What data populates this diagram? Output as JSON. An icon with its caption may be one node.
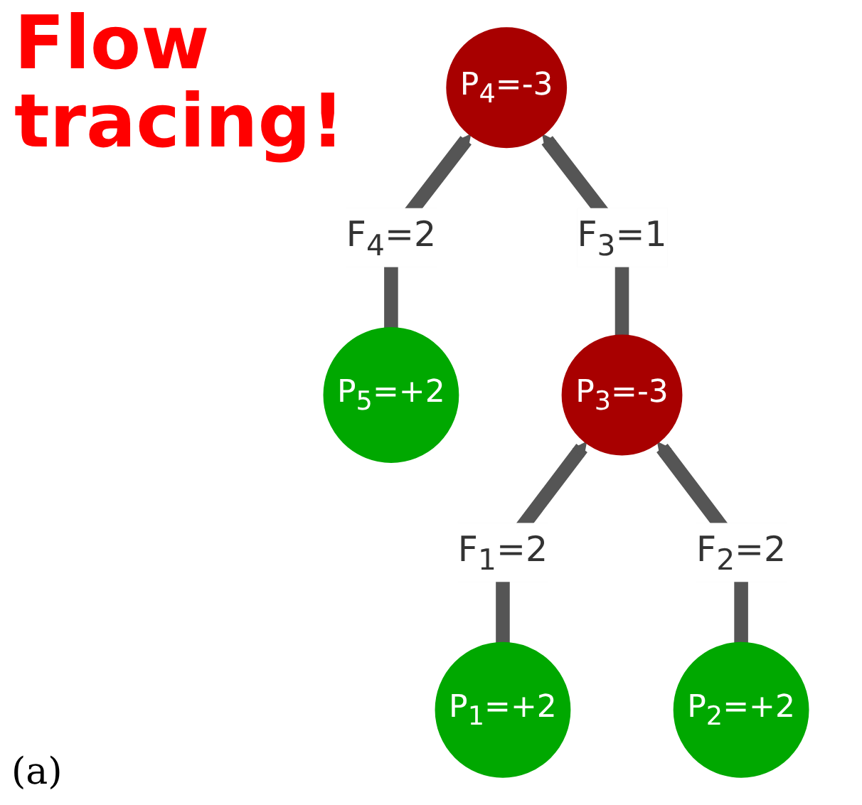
{
  "diagram": {
    "title": "Flow tracing!",
    "nodes": [
      {
        "text": [
          "P$_{5}$=+2"
        ]
      },
      {
        "text": [
          "P$_{3}$=-3"
        ]
      },
      {
        "text": [
          "P$_{4}$=-3"
        ]
      },
      {
        "text": [
          "P$_{1}$=+2"
        ]
      },
      {
        "text": [
          "P$_{2}$=+2"
        ]
      }
    ],
    "edges": [
      {
        "from": 0,
        "to": 2,
        "arrow": "to",
        "label": "F$_{4}$=2"
      },
      {
        "from": 1,
        "to": 2,
        "arrow": "to",
        "label": "F$_{3}$=1"
      },
      {
        "from": 3,
        "to": 1,
        "arrow": "to",
        "label": "F$_{1}$=2"
      },
      {
        "from": 4,
        "to": 1,
        "arrow": "to",
        "label": "F$_{2}$=2"
      }
    ],
    "labels": [
      "(a)"
    ]
  }
}
